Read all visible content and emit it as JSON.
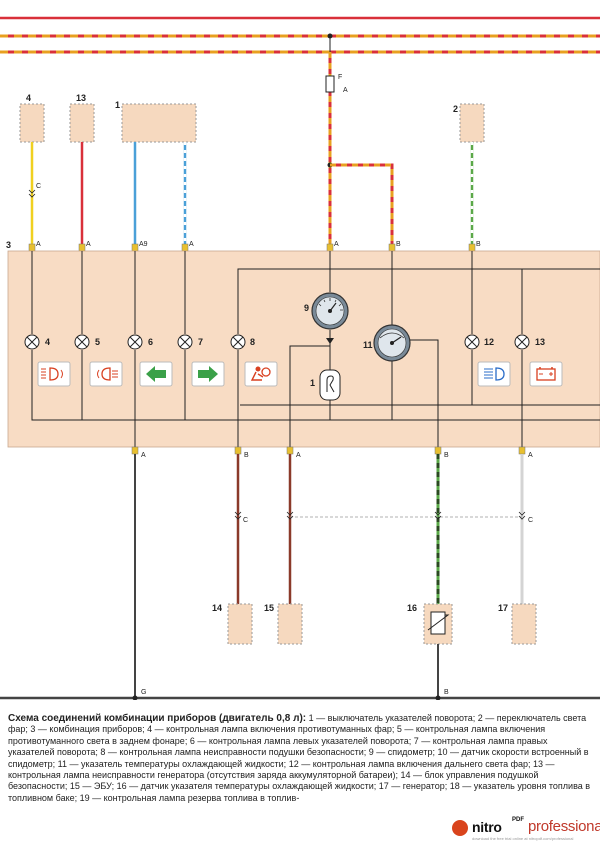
{
  "diagram": {
    "components": {
      "c1_top": "1",
      "c2": "2",
      "c3": "3",
      "c4_top": "4",
      "c13_top": "13",
      "c14": "14",
      "c15": "15",
      "c16": "16",
      "c17": "17",
      "lamp4": "4",
      "lamp5": "5",
      "lamp6": "6",
      "lamp7": "7",
      "lamp8": "8",
      "speedo9": "9",
      "sensor1": "1",
      "gauge11": "11",
      "lamp12": "12",
      "lamp13": "13"
    },
    "pins": {
      "p4": "A",
      "p13": "A",
      "p1a": "A9",
      "p1b": "A",
      "pfuse": "A",
      "p11": "B",
      "p2": "B",
      "b_gnd": "A",
      "b_14": "B",
      "b_15": "A",
      "b_16": "B",
      "b_17": "A"
    },
    "fuse_label": "F",
    "fuse_pin": "A",
    "connector_c": "C",
    "ground_g": "G",
    "ground_b": "B"
  },
  "caption": {
    "title": "Схема соединений комбинации приборов (двигатель 0,8 л):",
    "body": " 1 — выключатель указателей поворота; 2 — переключатель света фар; 3 — комбинация приборов; 4 — контрольная лампа включения противотуманных фар; 5 — контрольная лампа включения противотуманного света в заднем фонаре; 6 — контрольная лампа левых указателей поворота; 7 — контрольная лампа правых указателей поворота; 8 — контрольная лампа неисправности подушки безопасности; 9 — спидометр; 10 — датчик скорости встроенный в спидометр; 11 — указатель температуры охлаждающей жидкости; 12 — контрольная лампа включения дальнего света фар; 13 — контрольная лампа неисправности генератора (отсутствия заряда аккумуляторной батареи); 14 — блок управления подушкой безопасности; 15 — ЭБУ; 16 — датчик указателя температуры охлаждающей жидкости; 17 — генератор; 18 — указатель уровня топлива в топливном баке; 19 — контрольная лампа резерва топлива в топлив-"
  },
  "logo": {
    "nitro": "nitro",
    "pdf": "PDF",
    "professional": "professional",
    "tagline": "download the free trial online at nitropdf.com/professional"
  },
  "colors": {
    "red": "#d9303a",
    "orange": "#e8a020",
    "yellow": "#f0d020",
    "blue": "#4aa0d8",
    "green": "#5aa848",
    "brown": "#8b3a2a",
    "panel": "#f8dcc4",
    "component": "#f6d9bf",
    "wire": "#222222"
  }
}
